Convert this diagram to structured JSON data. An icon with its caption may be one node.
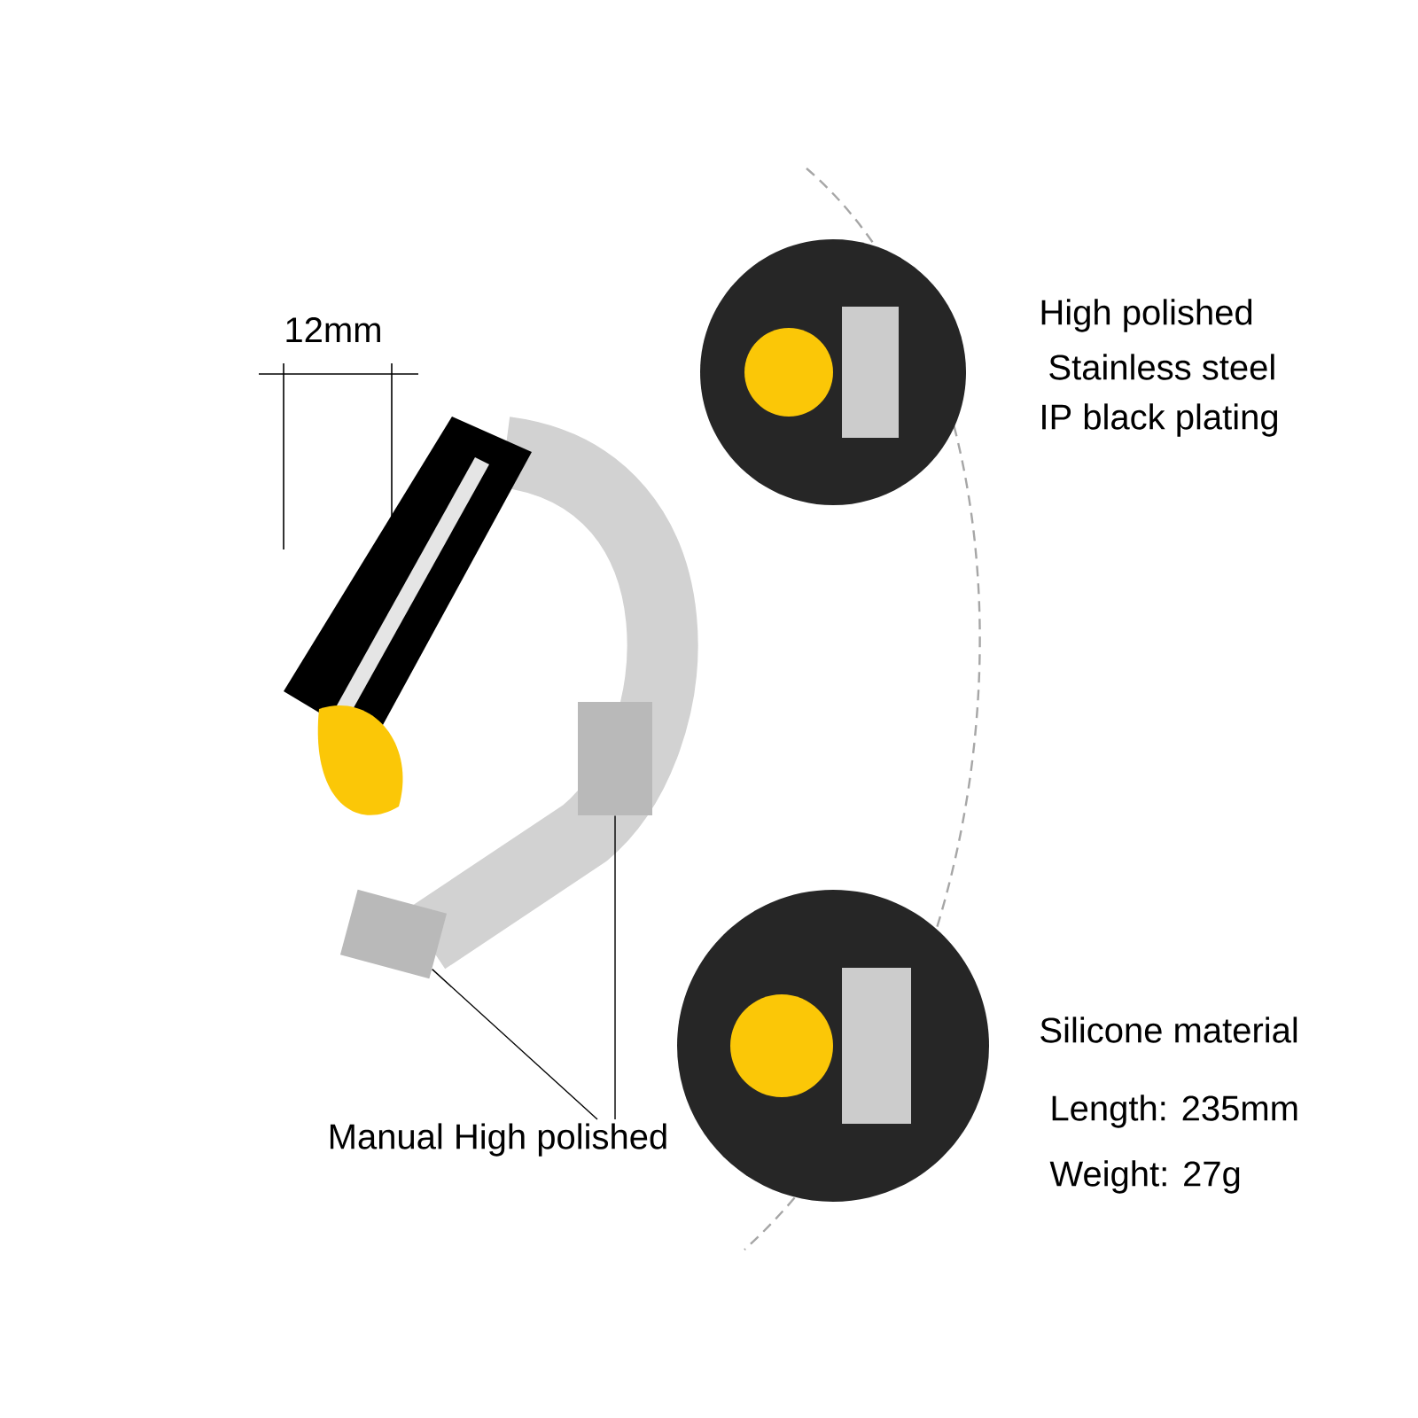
{
  "diagram": {
    "nodes": [
      {
        "text": [
          "Manual High polished"
        ]
      },
      {
        "text": [],
        "shape": "picture",
        "beside": [
          "High polished",
          "Stainless steel",
          "IP black plating"
        ]
      },
      {
        "text": [],
        "shape": "picture",
        "beside": [
          "Silicone material",
          "Length: 235mm",
          "Weight: 27g"
        ]
      },
      {
        "text": [],
        "shape": "box"
      },
      {
        "text": [],
        "shape": "box"
      }
    ],
    "edges": [
      {
        "from": 0,
        "to": 3,
        "arrow": "none"
      },
      {
        "from": 0,
        "to": 4,
        "arrow": "none"
      }
    ],
    "labels": [
      "12mm"
    ]
  }
}
